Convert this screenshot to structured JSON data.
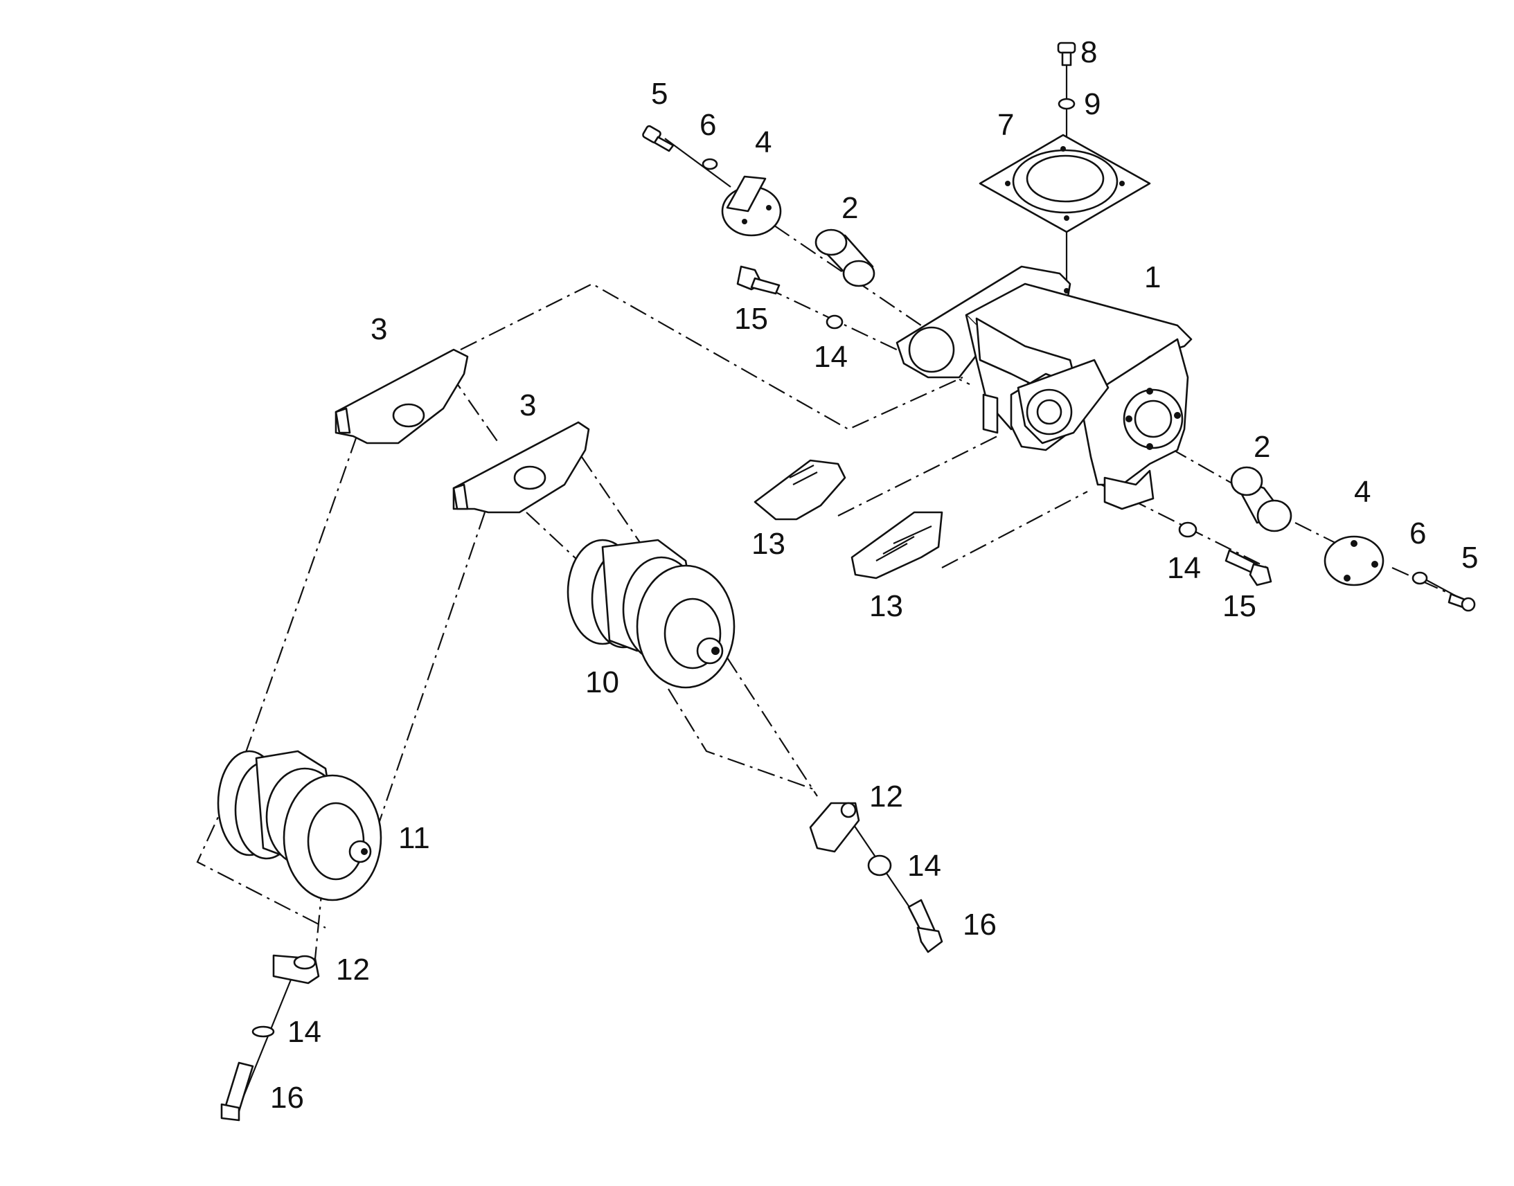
{
  "diagram": {
    "callouts": [
      {
        "id": "c1",
        "text": "1"
      },
      {
        "id": "c2a",
        "text": "2"
      },
      {
        "id": "c2b",
        "text": "2"
      },
      {
        "id": "c3a",
        "text": "3"
      },
      {
        "id": "c3b",
        "text": "3"
      },
      {
        "id": "c4a",
        "text": "4"
      },
      {
        "id": "c4b",
        "text": "4"
      },
      {
        "id": "c5a",
        "text": "5"
      },
      {
        "id": "c5b",
        "text": "5"
      },
      {
        "id": "c6a",
        "text": "6"
      },
      {
        "id": "c6b",
        "text": "6"
      },
      {
        "id": "c7",
        "text": "7"
      },
      {
        "id": "c8",
        "text": "8"
      },
      {
        "id": "c9",
        "text": "9"
      },
      {
        "id": "c10",
        "text": "10"
      },
      {
        "id": "c11",
        "text": "11"
      },
      {
        "id": "c12a",
        "text": "12"
      },
      {
        "id": "c12b",
        "text": "12"
      },
      {
        "id": "c13a",
        "text": "13"
      },
      {
        "id": "c13b",
        "text": "13"
      },
      {
        "id": "c14a",
        "text": "14"
      },
      {
        "id": "c14b",
        "text": "14"
      },
      {
        "id": "c14c",
        "text": "14"
      },
      {
        "id": "c14d",
        "text": "14"
      },
      {
        "id": "c15a",
        "text": "15"
      },
      {
        "id": "c15b",
        "text": "15"
      },
      {
        "id": "c16a",
        "text": "16"
      },
      {
        "id": "c16b",
        "text": "16"
      }
    ]
  }
}
